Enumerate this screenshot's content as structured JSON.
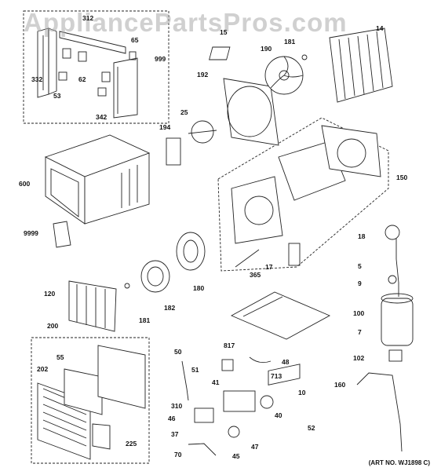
{
  "watermark": "AppliancePartsPros.com",
  "art_number": "(ART NO. WJ1898 C)",
  "parts": {
    "p312": "312",
    "p65": "65",
    "p999": "999",
    "p332": "332",
    "p62": "62",
    "p53": "53",
    "p342": "342",
    "p15": "15",
    "p181a": "181",
    "p190": "190",
    "p192": "192",
    "p25": "25",
    "p194": "194",
    "p600": "600",
    "p150": "150",
    "p9999": "9999",
    "p17": "17",
    "p365": "365",
    "p18": "18",
    "p5": "5",
    "p9": "9",
    "p120": "120",
    "p182": "182",
    "p180": "180",
    "p181b": "181",
    "p100": "100",
    "p7": "7",
    "p102": "102",
    "p200": "200",
    "p202": "202",
    "p55": "55",
    "p50": "50",
    "p817": "817",
    "p48": "48",
    "p51": "51",
    "p41": "41",
    "p713": "713",
    "p10": "10",
    "p310": "310",
    "p46": "46",
    "p40": "40",
    "p37": "37",
    "p52": "52",
    "p47": "47",
    "p45": "45",
    "p225": "225",
    "p70": "70",
    "p160": "160",
    "p14": "14"
  }
}
